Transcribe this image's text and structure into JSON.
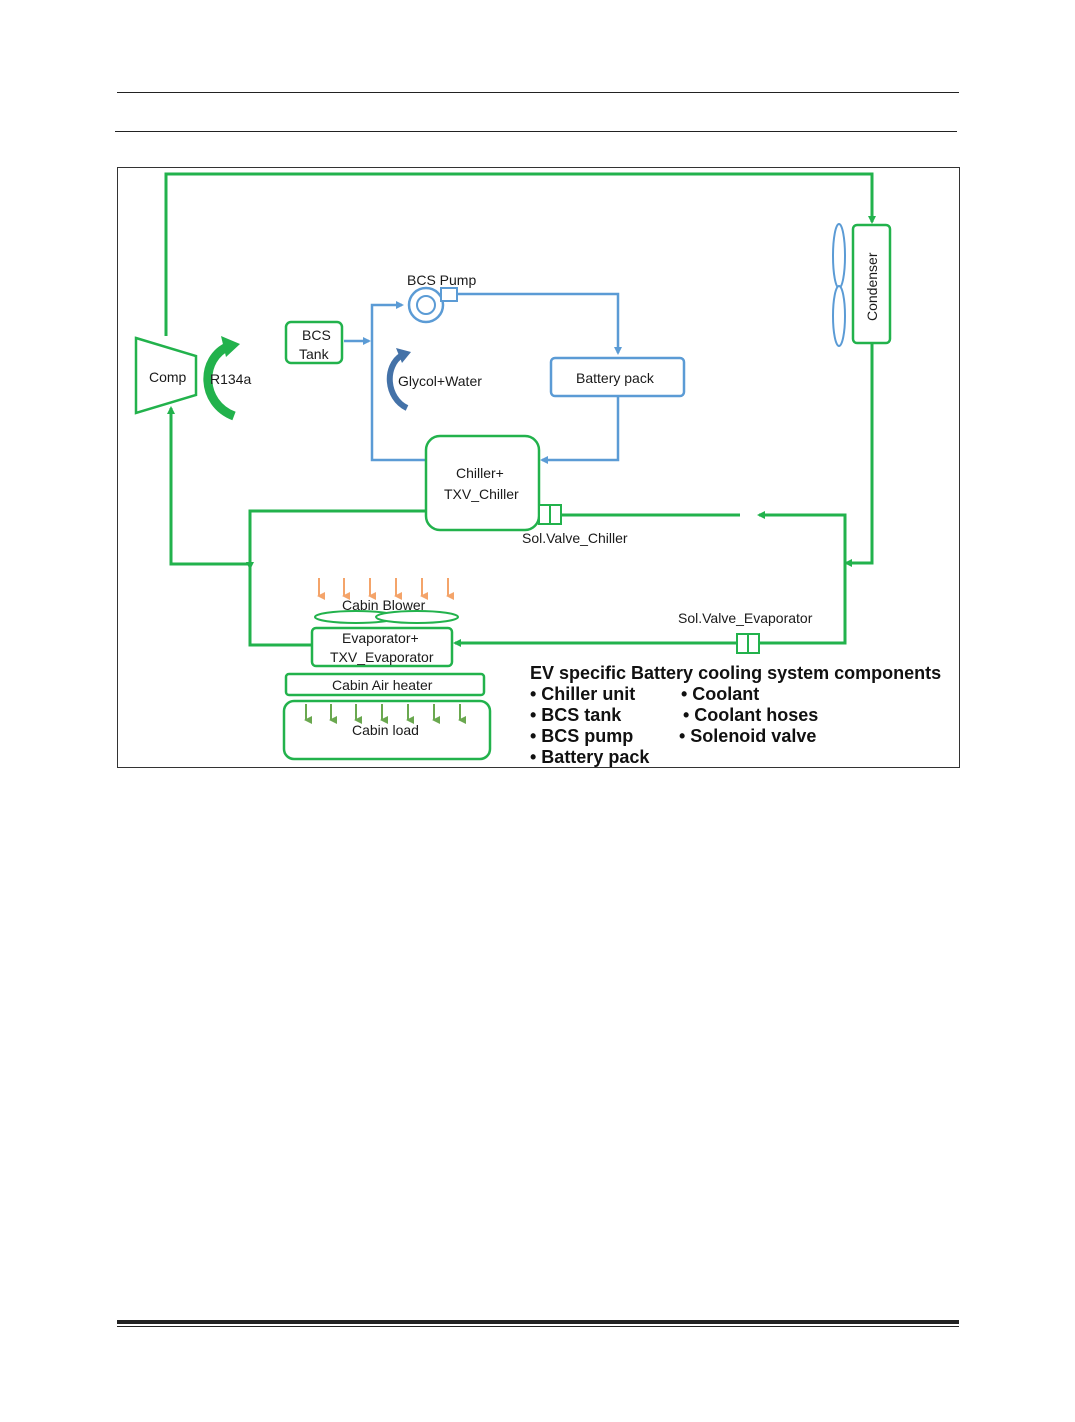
{
  "diagram": {
    "labels": {
      "comp": "Comp",
      "r134a": "R134a",
      "bcs_pump": "BCS Pump",
      "bcs_tank_line1": "BCS",
      "bcs_tank_line2": "Tank",
      "glycol_water": "Glycol+Water",
      "battery_pack": "Battery pack",
      "chiller_line1": "Chiller+",
      "chiller_line2": "TXV_Chiller",
      "sol_valve_chiller": "Sol.Valve_Chiller",
      "condenser": "Condenser",
      "cabin_blower": "Cabin Blower",
      "evaporator_line1": "Evaporator+",
      "evaporator_line2": "TXV_Evaporator",
      "sol_valve_evaporator": "Sol.Valve_Evaporator",
      "cabin_air_heater": "Cabin Air heater",
      "cabin_load": "Cabin load"
    },
    "components_box": {
      "title": "EV specific Battery cooling system components",
      "items_left": [
        "• Chiller unit",
        "• BCS tank",
        "• BCS pump",
        "• Battery pack"
      ],
      "items_right": [
        "• Coolant",
        "• Coolant hoses",
        "• Solenoid valve"
      ]
    },
    "colors": {
      "refrigerant_line": "#22b24c",
      "coolant_line": "#5b9bd5",
      "blower_arrows": "#f4a46a",
      "load_arrows": "#6aa84f"
    }
  }
}
